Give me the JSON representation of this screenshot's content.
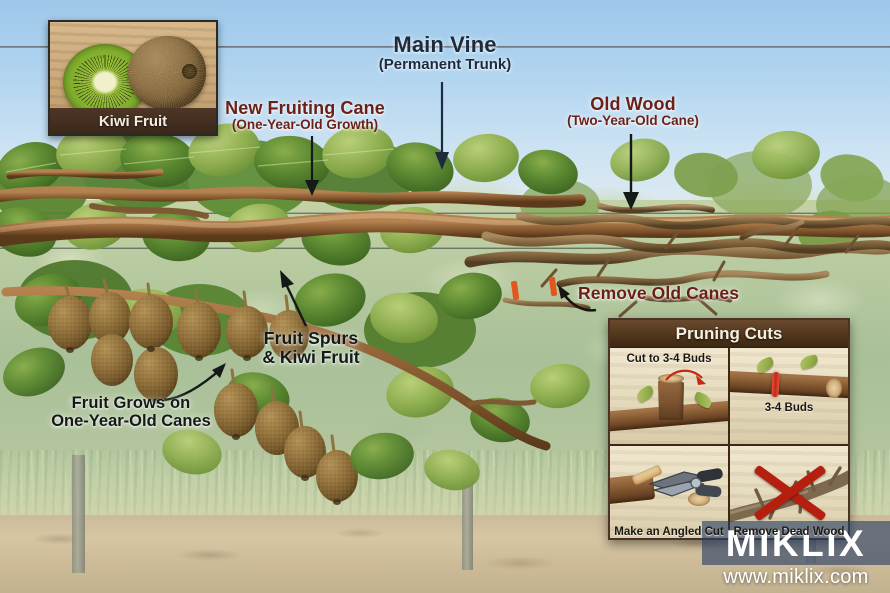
{
  "illustration": {
    "subject": "Kiwi vine pruning diagram",
    "labels": {
      "main_vine": {
        "line1": "Main Vine",
        "line2": "(Permanent Trunk)",
        "color": "#1d2b3d"
      },
      "new_fruiting_cane": {
        "line1": "New Fruiting Cane",
        "line2": "(One-Year-Old Growth)",
        "color": "#6b1f16"
      },
      "old_wood": {
        "line1": "Old Wood",
        "line2": "(Two-Year-Old Cane)",
        "color": "#6b1f16"
      },
      "fruit_spurs": {
        "line1": "Fruit Spurs",
        "line2": "& Kiwi Fruit",
        "color": "#141a18"
      },
      "fruit_grows": {
        "line1": "Fruit Grows on",
        "line2": "One-Year-Old Canes",
        "color": "#141a18"
      },
      "remove_old_canes": {
        "line1": "Remove Old Canes",
        "color": "#6b1f16"
      }
    }
  },
  "kiwi_inset": {
    "caption": "Kiwi Fruit",
    "items": [
      "kiwi-half-icon",
      "kiwi-whole-icon"
    ]
  },
  "pruning_panel": {
    "title": "Pruning Cuts",
    "quadrants": [
      {
        "id": "cut-to-buds",
        "label": "Cut to 3-4 Buds",
        "label_pos": "top"
      },
      {
        "id": "three-four-buds",
        "label": "3-4 Buds",
        "label_pos": "mid"
      },
      {
        "id": "angled-cut",
        "label": "Make an Angled Cut",
        "label_pos": "bot"
      },
      {
        "id": "remove-dead",
        "label": "Remove Dead Wood",
        "label_pos": "bot"
      }
    ]
  },
  "watermark": {
    "brand": "MIKLIX",
    "url": "www.miklix.com"
  },
  "palette": {
    "sky": "#b4d6f0",
    "foliage": "#4f7a30",
    "vine_brown": "#8a5d34",
    "accent_red": "#b51f10",
    "label_red": "#6b1f16",
    "panel_wood": "#4a3119"
  }
}
